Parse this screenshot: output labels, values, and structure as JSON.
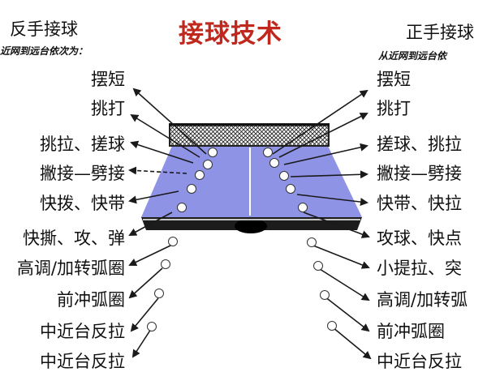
{
  "title": "接球技术",
  "left": {
    "heading": "反手接球",
    "subheading": "近网到远台依次为：",
    "items": [
      "摆短",
      "挑打",
      "挑拉、搓球",
      "撇接—劈接",
      "快拨、快带",
      "快撕、攻、弹",
      "高调/加转弧圈",
      "前冲弧圈",
      "中近台反拉",
      "中近台反拉"
    ]
  },
  "right": {
    "heading": "正手接球",
    "subheading": "从近网到远台依",
    "items": [
      "摆短",
      "挑打",
      "搓球、挑拉",
      "撇接—劈接",
      "快带、快拉",
      "攻球、快点",
      "小提拉、突",
      "高调/加转弧",
      "前冲弧圈",
      "中近台反拉"
    ]
  },
  "colors": {
    "title": "#c0281e",
    "table": "#8e93e6",
    "table_edge": "#1c1c1c",
    "net": "#222222",
    "center_line": "#ffffff",
    "ball": "#ffffff",
    "arrow": "#1a1a1a"
  }
}
